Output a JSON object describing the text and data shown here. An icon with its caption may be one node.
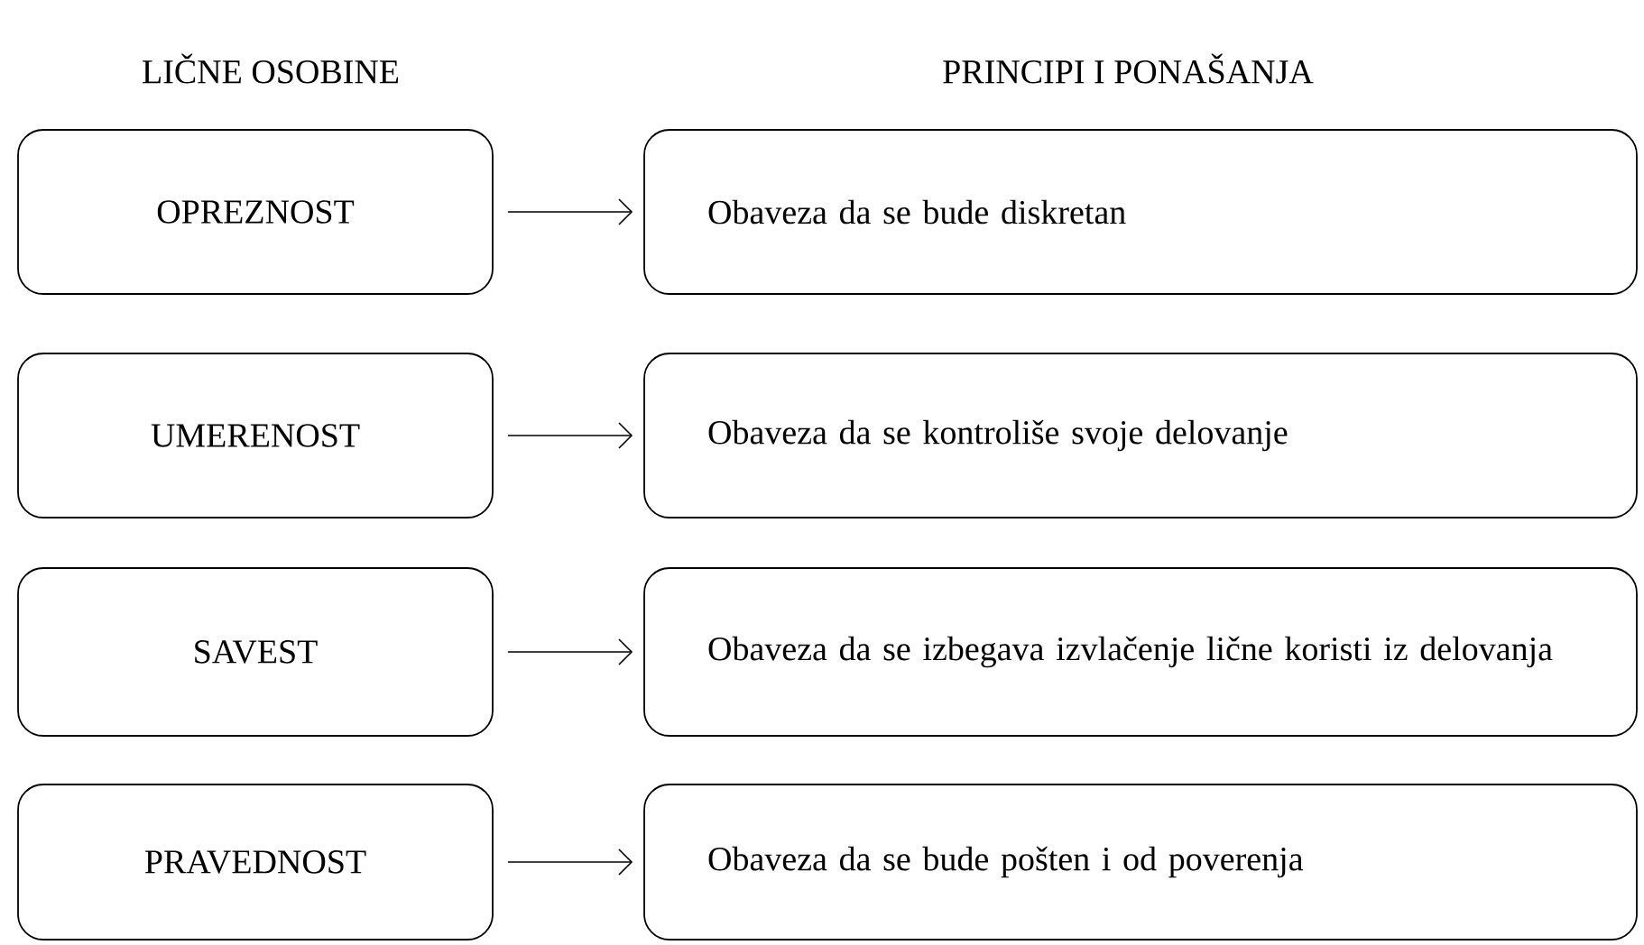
{
  "diagram": {
    "nodes": [
      {
        "text": [
          "OPREZNOST"
        ]
      },
      {
        "text": [
          "Obaveza da se bude diskretan"
        ]
      },
      {
        "text": [
          "UMERENOST"
        ]
      },
      {
        "text": [
          "Obaveza da se kontroliše svoje delovanje"
        ]
      },
      {
        "text": [
          "SAVEST"
        ]
      },
      {
        "text": [
          "Obaveza da se izbegava izvlačenje lične koristi iz delovanja"
        ]
      },
      {
        "text": [
          "PRAVEDNOST"
        ]
      },
      {
        "text": [
          "Obaveza da se bude pošten i od poverenja"
        ]
      }
    ],
    "edges": [
      {
        "from": 0,
        "to": 1,
        "arrow": "to"
      },
      {
        "from": 2,
        "to": 3,
        "arrow": "to"
      },
      {
        "from": 4,
        "to": 5,
        "arrow": "to"
      },
      {
        "from": 6,
        "to": 7,
        "arrow": "to"
      }
    ],
    "labels": [
      "LIČNE OSOBINE",
      "PRINCIPI I PONAŠANJA"
    ]
  }
}
